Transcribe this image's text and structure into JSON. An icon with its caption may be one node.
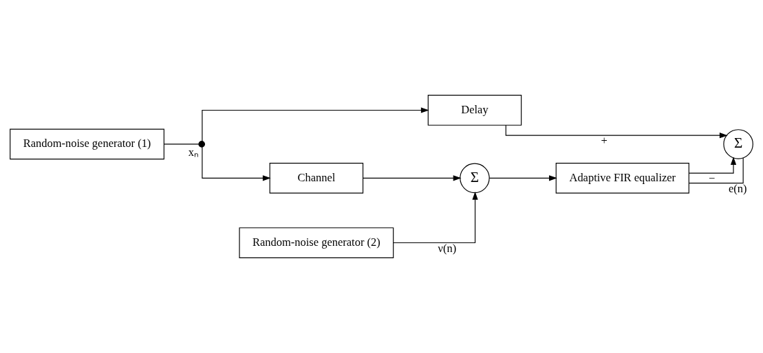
{
  "diagram": {
    "nodes": [
      {
        "text": [
          "Random-noise generator (1)"
        ]
      },
      {
        "text": [],
        "shape": "point",
        "beside": [
          "xₙ"
        ]
      },
      {
        "text": [
          "Delay"
        ]
      },
      {
        "text": [
          "Channel"
        ]
      },
      {
        "text": [
          "Σ"
        ]
      },
      {
        "text": [
          "Adaptive FIR equalizer"
        ]
      },
      {
        "text": [
          "Σ"
        ]
      },
      {
        "text": [
          "Random-noise generator (2)"
        ]
      }
    ],
    "edges": [
      {
        "from": 0,
        "to": 1,
        "arrow": "none"
      },
      {
        "from": 1,
        "to": 2,
        "arrow": "to"
      },
      {
        "from": 1,
        "to": 3,
        "arrow": "to"
      },
      {
        "from": 3,
        "to": 4,
        "arrow": "to"
      },
      {
        "from": 7,
        "to": 4,
        "arrow": "to",
        "label": "ν(n)"
      },
      {
        "from": 4,
        "to": 5,
        "arrow": "to"
      },
      {
        "from": 5,
        "to": 6,
        "arrow": "to",
        "label": "−"
      },
      {
        "from": 2,
        "to": 6,
        "arrow": "to",
        "label": "+"
      },
      {
        "from": 6,
        "to": 5,
        "arrow": "none",
        "label": "e(n)"
      }
    ]
  }
}
